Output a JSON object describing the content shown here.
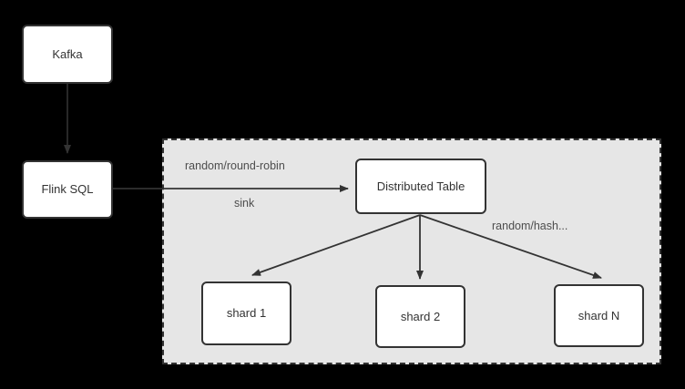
{
  "diagram": {
    "title": "Flink SQL to ClickHouse distributed table data flow",
    "background_color": "#000000",
    "group": {
      "name": "clickhouse-cluster-group",
      "fill_color": "#e6e6e6",
      "border_style": "dashed",
      "border_color": "#333333"
    },
    "nodes": [
      {
        "id": "kafka",
        "label": "Kafka"
      },
      {
        "id": "flink-sql",
        "label": "Flink SQL"
      },
      {
        "id": "distributed-table",
        "label": "Distributed Table"
      },
      {
        "id": "shard-1",
        "label": "shard 1"
      },
      {
        "id": "shard-2",
        "label": "shard 2"
      },
      {
        "id": "shard-n",
        "label": "shard N"
      }
    ],
    "edge_labels": [
      {
        "id": "random-round-robin",
        "text": "random/round-robin"
      },
      {
        "id": "sink",
        "text": "sink"
      },
      {
        "id": "random-hash",
        "text": "random/hash..."
      }
    ],
    "edges": [
      {
        "from": "kafka",
        "to": "flink-sql",
        "label": ""
      },
      {
        "from": "flink-sql",
        "to": "distributed-table",
        "label": "random/round-robin / sink"
      },
      {
        "from": "distributed-table",
        "to": "shard-1",
        "label": ""
      },
      {
        "from": "distributed-table",
        "to": "shard-2",
        "label": ""
      },
      {
        "from": "distributed-table",
        "to": "shard-n",
        "label": "random/hash..."
      }
    ],
    "style": {
      "node_fill": "#ffffff",
      "node_stroke": "#333333",
      "edge_stroke": "#333333",
      "label_color": "#4d4d4d"
    }
  }
}
